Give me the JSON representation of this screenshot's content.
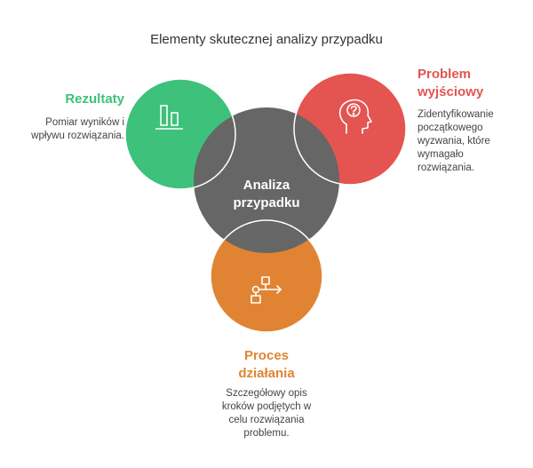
{
  "title": "Elementy skutecznej analizy przypadku",
  "center": {
    "label_line1": "Analiza",
    "label_line2": "przypadku"
  },
  "colors": {
    "green": "#3ec17a",
    "red": "#e45451",
    "orange": "#e08433",
    "center": "#666666"
  },
  "items": {
    "results": {
      "title": "Rezultaty",
      "desc": [
        "Pomiar wyników i",
        "wpływu rozwiązania."
      ],
      "icon": "bar-chart-icon"
    },
    "problem": {
      "title": [
        "Problem",
        "wyjściowy"
      ],
      "desc": [
        "Zidentyfikowanie",
        "początkowego",
        "wyzwania, które",
        "wymagało",
        "rozwiązania."
      ],
      "icon": "head-question-icon"
    },
    "process": {
      "title": [
        "Proces",
        "działania"
      ],
      "desc": [
        "Szczegółowy opis",
        "kroków podjętych w",
        "celu rozwiązania",
        "problemu."
      ],
      "icon": "flowchart-icon"
    }
  }
}
